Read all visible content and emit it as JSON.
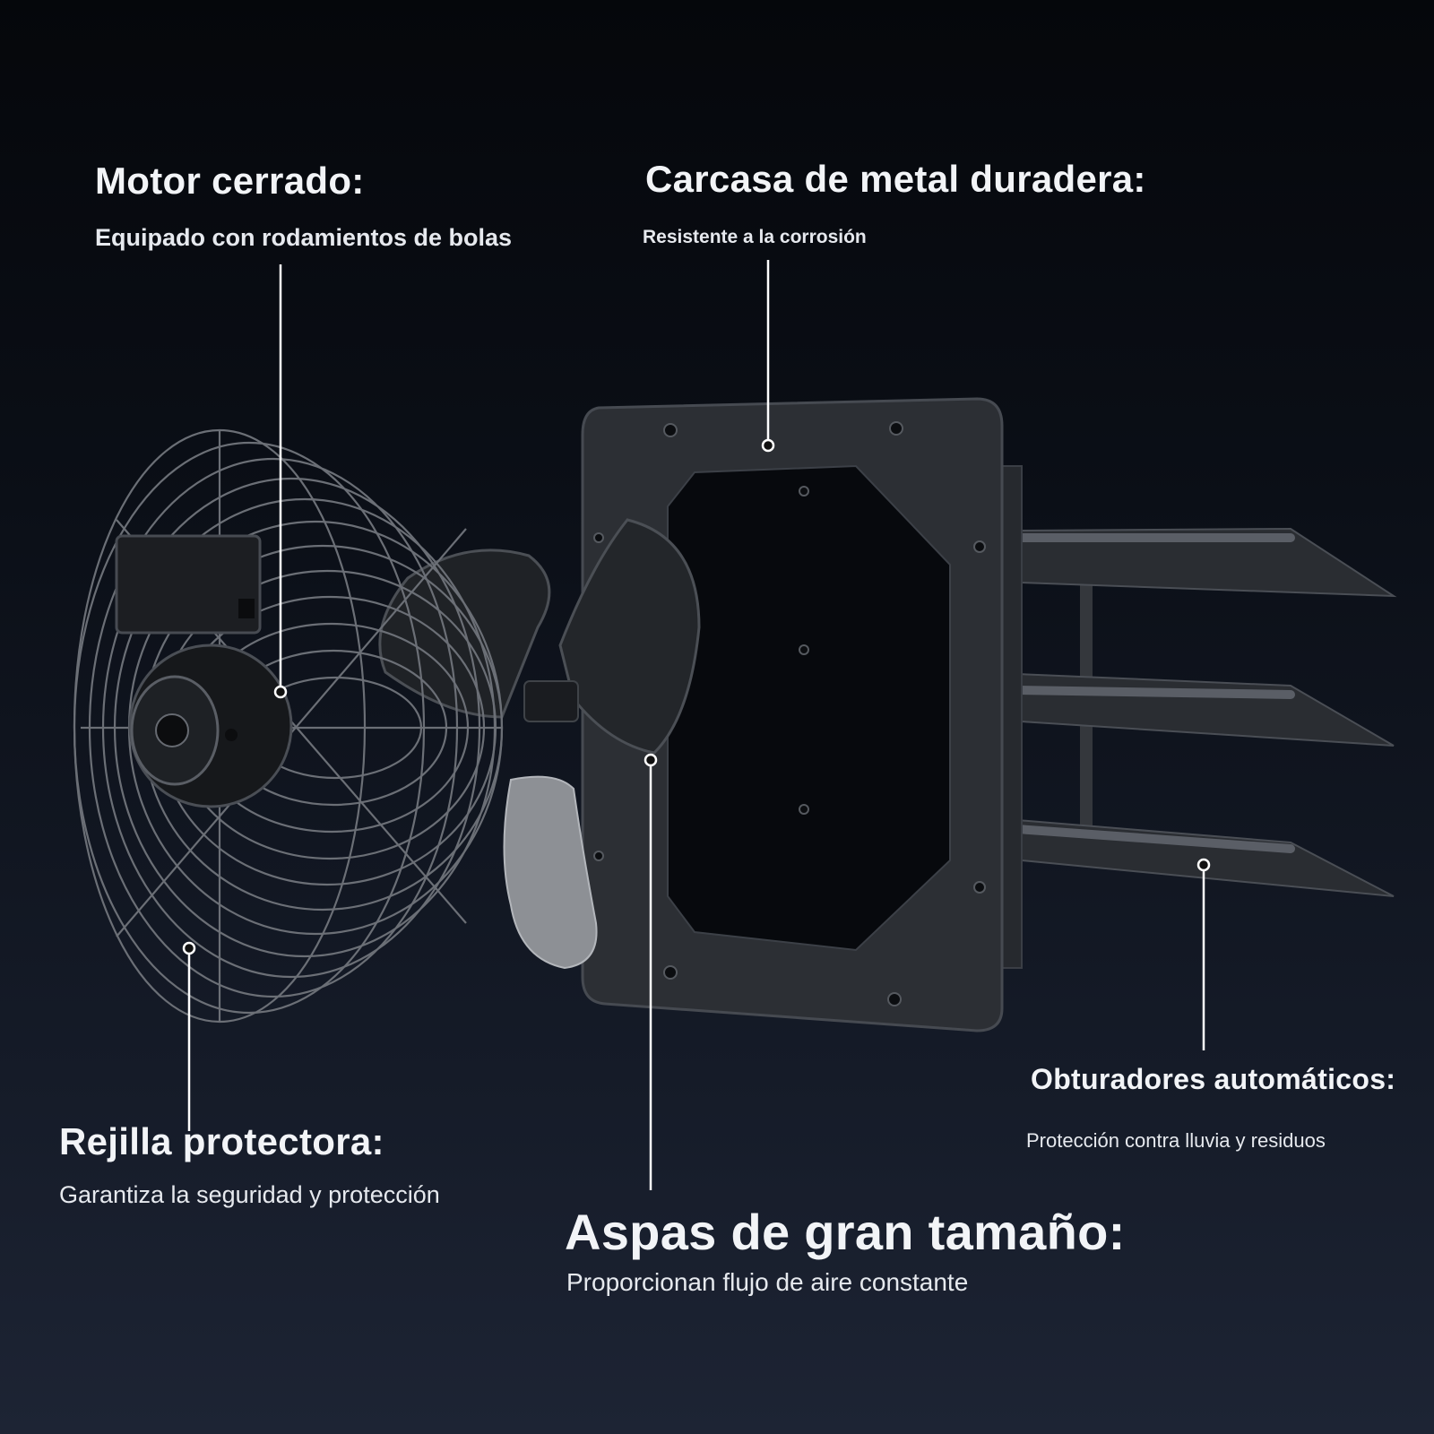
{
  "callouts": {
    "motor": {
      "title": "Motor cerrado:",
      "subtitle": "Equipado con rodamientos de bolas"
    },
    "carcasa": {
      "title": "Carcasa de metal duradera:",
      "subtitle": "Resistente a la corrosión"
    },
    "rejilla": {
      "title": "Rejilla protectora:",
      "subtitle": "Garantiza la seguridad y protección"
    },
    "aspas": {
      "title": "Aspas de gran tamaño:",
      "subtitle": "Proporcionan flujo de aire constante"
    },
    "obturadores": {
      "title": "Obturadores automáticos:",
      "subtitle": "Protección contra lluvia y residuos"
    }
  },
  "colors": {
    "background_top": "#05070b",
    "background_bottom": "#1d2434",
    "metal": "#2b2e33",
    "leader_line": "#ffffff"
  }
}
